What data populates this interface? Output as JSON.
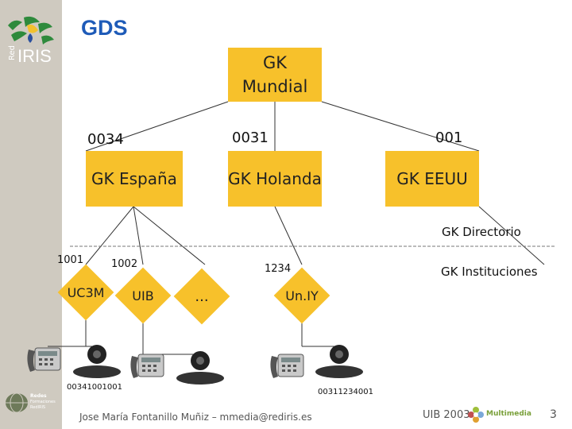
{
  "title": "GDS",
  "logos": {
    "rediris_prefix": "Red",
    "rediris_name": "IRIS",
    "redes_line1": "Redes",
    "redes_line2": "Formaciones",
    "redes_line3": "RedIRIS",
    "multimedia": "Multimedia"
  },
  "nodes": {
    "gk_mundial_line1": "GK",
    "gk_mundial_line2": "Mundial",
    "gk_espana": "GK España",
    "gk_holanda": "GK Holanda",
    "gk_eeuu": "GK EEUU",
    "uc3m": "UC3M",
    "uib": "UIB",
    "ellipsis": "...",
    "uniy": "Un.IY"
  },
  "labels": {
    "prefix_0034": "0034",
    "prefix_0031": "0031",
    "prefix_001": "001",
    "gk_directorio": "GK Directorio",
    "gk_instituciones": "GK Instituciones",
    "prefix_1001": "1001",
    "prefix_1002": "1002",
    "prefix_1234": "1234",
    "number_left": "00341001001",
    "number_right": "00311234001"
  },
  "footer": {
    "author": "Jose María Fontanillo Muñiz – mmedia@rediris.es",
    "course": "UIB 2003",
    "page": "3"
  },
  "colors": {
    "gold": "#f7c12b",
    "title_blue": "#1e5bb8",
    "sidebar": "#cfcac0"
  },
  "icons": [
    "phone-icon",
    "webcam-icon",
    "phone-icon",
    "webcam-icon",
    "phone-icon",
    "webcam-icon"
  ]
}
